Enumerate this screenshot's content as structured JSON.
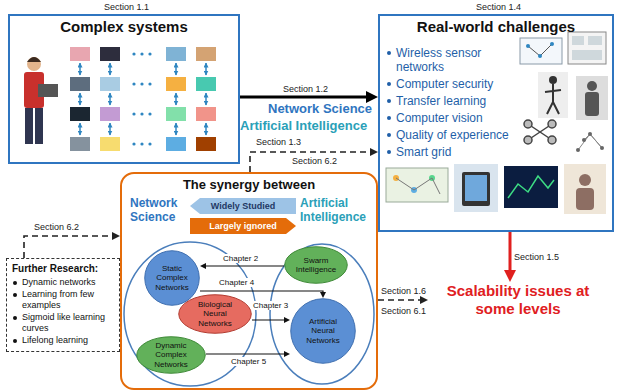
{
  "diagram": {
    "nodes": [
      {
        "text": [
          "Complex systems"
        ]
      },
      {
        "text": [
          "Real-world challenges",
          "Wireless sensor networks",
          "Computer security",
          "Transfer learning",
          "Computer vision",
          "Quality of experience",
          "Smart grid"
        ]
      },
      {
        "text": [
          "The synergy between",
          "Network Science",
          "Artificial Intelligence"
        ]
      },
      {
        "text": [
          "Widely Studied"
        ],
        "in": 2
      },
      {
        "text": [
          "Largely ignored"
        ],
        "in": 2
      },
      {
        "text": [
          "Static Complex Networks"
        ],
        "in": 2
      },
      {
        "text": [
          "Biological Neural Networks"
        ],
        "in": 2
      },
      {
        "text": [
          "Dynamic Complex Networks"
        ],
        "in": 2
      },
      {
        "text": [
          "Swarm Intelligence"
        ],
        "in": 2
      },
      {
        "text": [
          "Artificial Neural Networks"
        ],
        "in": 2
      },
      {
        "text": [
          "Further Research:",
          "Dynamic networks",
          "Learning from few examples",
          "Sigmoid like learning curves",
          "Lifelong learning"
        ]
      },
      {
        "text": [
          "Scalability issues at some levels"
        ]
      }
    ],
    "edges": [
      {
        "from": 0,
        "to": 1,
        "arrow": "to"
      },
      {
        "from": 2,
        "to": 1,
        "label": "Section 6.2",
        "arrow": "to"
      },
      {
        "from": 1,
        "to": 11,
        "label": "Section 1.5",
        "arrow": "to"
      },
      {
        "from": 2,
        "to": 11,
        "label": "Section 1.6",
        "arrow": "to"
      },
      {
        "from": 10,
        "to": 2,
        "label": "Section 6.2",
        "arrow": "to"
      },
      {
        "from": 8,
        "to": 5,
        "label": "Chapter 2",
        "arrow": "to"
      },
      {
        "from": 5,
        "to": 9,
        "label": "Chapter 4",
        "arrow": "to"
      },
      {
        "from": 6,
        "to": 9,
        "label": "Chapter 3",
        "arrow": "to"
      },
      {
        "from": 7,
        "to": 9,
        "label": "Chapter 5",
        "arrow": "to"
      }
    ],
    "labels": [
      "Section 1.1",
      "Section 1.2",
      "Network Science",
      "Artificial Intelligence",
      "Section 1.3",
      "Section 1.4",
      "Section 6.1"
    ]
  }
}
